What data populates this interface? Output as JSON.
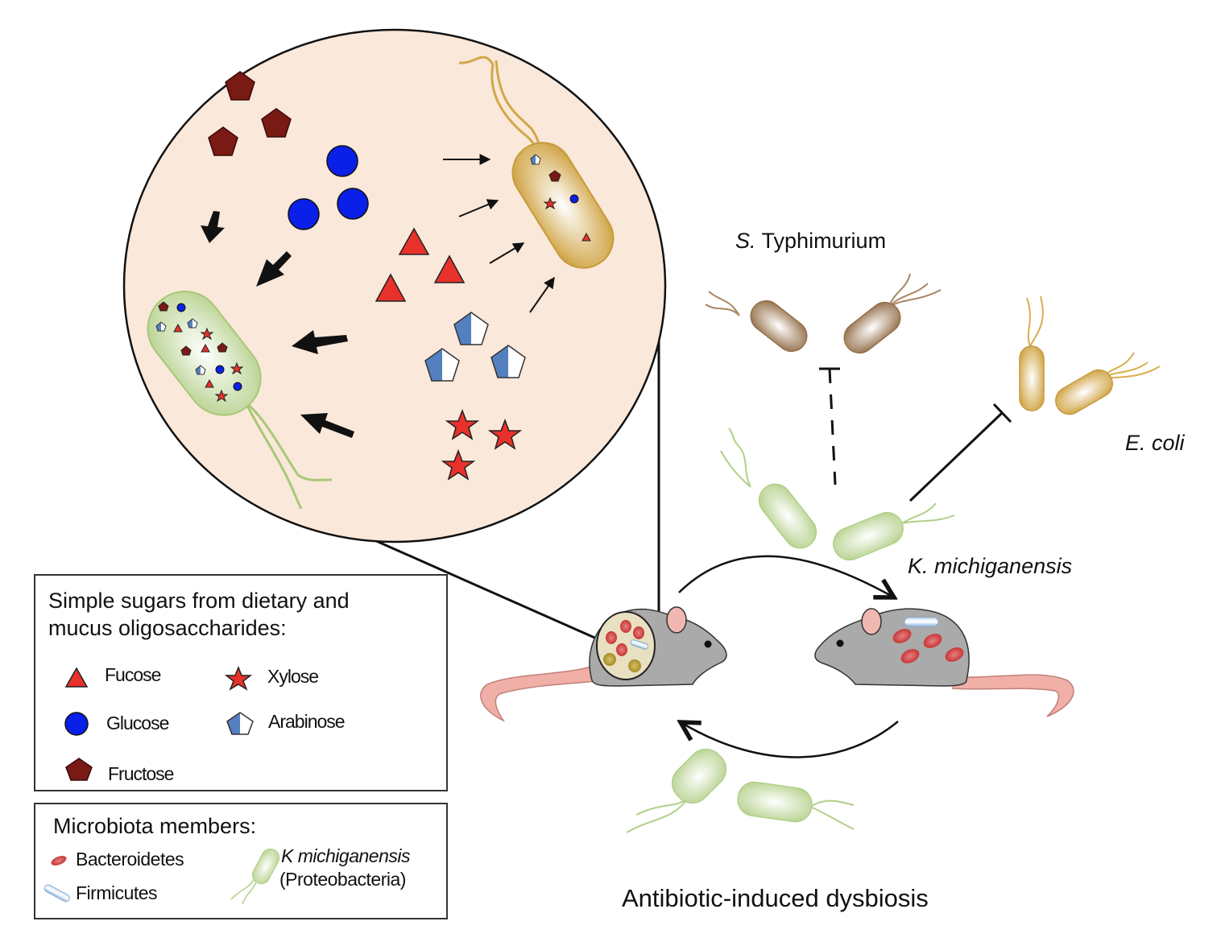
{
  "diagram": {
    "labels": {
      "s_typhimurium_genus": "S.",
      "s_typhimurium_species": " Typhimurium",
      "e_coli": "E. coli",
      "k_michiganensis": "K. michiganensis",
      "caption": "Antibiotic-induced dysbiosis"
    },
    "sugar_legend": {
      "title_line1": "Simple sugars from dietary and",
      "title_line2": "mucus oligosaccharides:",
      "items": [
        {
          "name": "Fucose",
          "icon": "red-triangle-icon"
        },
        {
          "name": "Xylose",
          "icon": "red-star-icon"
        },
        {
          "name": "Glucose",
          "icon": "blue-circle-icon"
        },
        {
          "name": "Arabinose",
          "icon": "blue-white-pentagon-icon"
        },
        {
          "name": "Fructose",
          "icon": "dark-red-pentagon-icon"
        }
      ]
    },
    "microbiota_legend": {
      "title": "Microbiota members:",
      "items": [
        {
          "name": "Bacteroidetes",
          "icon": "red-oval-icon"
        },
        {
          "name": "Firmicutes",
          "icon": "blue-rod-icon"
        },
        {
          "name_italic": "K michiganensis",
          "name_sub": "(Proteobacteria)",
          "icon": "green-bacterium-icon"
        }
      ]
    },
    "colors": {
      "zoom_circle_fill": "#fae8da",
      "fucose": "#e8312a",
      "glucose": "#0a1fe8",
      "fructose": "#7a1a14",
      "arabinose_blue": "#5480c0",
      "k_michiganensis_green": "#c9dea8",
      "e_coli_gold": "#d9ae4e",
      "s_typhimurium_brown": "#a88660",
      "mouse_gray": "#a8a8a8",
      "tail_pink": "#f0b0a8"
    }
  }
}
